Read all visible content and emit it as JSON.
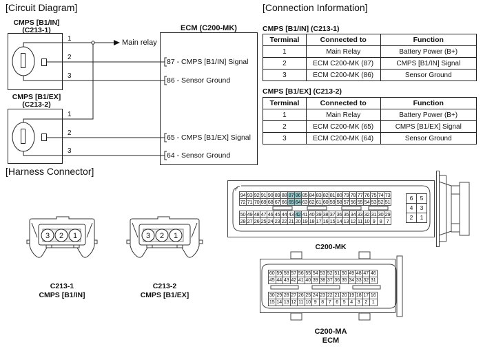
{
  "sections": {
    "circuit": "[Circuit Diagram]",
    "connection": "[Connection Information]",
    "harness": "[Harness Connector]"
  },
  "circuit": {
    "sensor1": {
      "name": "CMPS [B1/IN]",
      "connector": "(C213-1)"
    },
    "sensor2": {
      "name": "CMPS [B1/EX]",
      "connector": "(C213-2)"
    },
    "ecm_title": "ECM (C200-MK)",
    "main_relay": "Main relay",
    "wire_numbers": [
      "1",
      "2",
      "3"
    ],
    "ecm_pins": [
      "87 - CMPS [B1/IN] Signal",
      "86 - Sensor Ground",
      "65 - CMPS [B1/EX] Signal",
      "64 - Sensor Ground"
    ]
  },
  "connection_info": {
    "headers": [
      "Terminal",
      "Connected to",
      "Function"
    ],
    "tables": [
      {
        "title": "CMPS [B1/IN] (C213-1)",
        "rows": [
          [
            "1",
            "Main Relay",
            "Battery Power (B+)"
          ],
          [
            "2",
            "ECM C200-MK (87)",
            "CMPS [B1/IN] Signal"
          ],
          [
            "3",
            "ECM C200-MK (86)",
            "Sensor Ground"
          ]
        ]
      },
      {
        "title": "CMPS [B1/EX] (C213-2)",
        "rows": [
          [
            "1",
            "Main Relay",
            "Battery Power (B+)"
          ],
          [
            "2",
            "ECM C200-MK (65)",
            "CMPS [B1/EX] Signal"
          ],
          [
            "3",
            "ECM C200-MK (64)",
            "Sensor Ground"
          ]
        ]
      }
    ]
  },
  "harness": {
    "c213_1": {
      "id": "C213-1",
      "name": "CMPS [B1/IN]",
      "pins": [
        "3",
        "2",
        "1"
      ]
    },
    "c213_2": {
      "id": "C213-2",
      "name": "CMPS [B1/EX]",
      "pins": [
        "3",
        "2",
        "1"
      ]
    },
    "c200mk": {
      "label": "C200-MK",
      "highlight_color": "#9cc9cc",
      "highlighted_pins": [
        "87",
        "86",
        "65",
        "64",
        "42"
      ],
      "rows": [
        [
          "94",
          "93",
          "92",
          "91",
          "90",
          "89",
          "88",
          "87",
          "86",
          "85",
          "84",
          "83",
          "82",
          "81",
          "80",
          "79",
          "78",
          "77",
          "76",
          "75",
          "74",
          "73"
        ],
        [
          "72",
          "71",
          "70",
          "69",
          "68",
          "67",
          "66",
          "65",
          "64",
          "63",
          "62",
          "61",
          "60",
          "59",
          "58",
          "57",
          "56",
          "55",
          "54",
          "53",
          "52",
          "51"
        ],
        [
          "50",
          "49",
          "48",
          "47",
          "46",
          "45",
          "44",
          "43",
          "42",
          "41",
          "40",
          "39",
          "38",
          "37",
          "36",
          "35",
          "34",
          "33",
          "32",
          "31",
          "30",
          "29"
        ],
        [
          "28",
          "27",
          "26",
          "25",
          "24",
          "23",
          "22",
          "21",
          "20",
          "19",
          "18",
          "17",
          "16",
          "15",
          "14",
          "13",
          "12",
          "11",
          "10",
          "9",
          "8",
          "7"
        ]
      ],
      "side_pins": [
        [
          "6",
          "5"
        ],
        [
          "4",
          "3"
        ],
        [
          "2",
          "1"
        ]
      ]
    },
    "c200ma": {
      "label": "C200-MA",
      "sublabel": "ECM",
      "rows": [
        [
          "60",
          "59",
          "58",
          "57",
          "56",
          "55",
          "54",
          "53",
          "52",
          "51",
          "50",
          "49",
          "48",
          "47",
          "46"
        ],
        [
          "45",
          "44",
          "43",
          "42",
          "41",
          "40",
          "39",
          "38",
          "37",
          "36",
          "35",
          "34",
          "33",
          "32",
          "31"
        ],
        [
          "30",
          "29",
          "28",
          "27",
          "26",
          "25",
          "24",
          "23",
          "22",
          "21",
          "20",
          "19",
          "18",
          "17",
          "16"
        ],
        [
          "15",
          "14",
          "13",
          "12",
          "11",
          "10",
          "9",
          "8",
          "7",
          "6",
          "5",
          "4",
          "3",
          "2",
          "1"
        ]
      ]
    }
  }
}
